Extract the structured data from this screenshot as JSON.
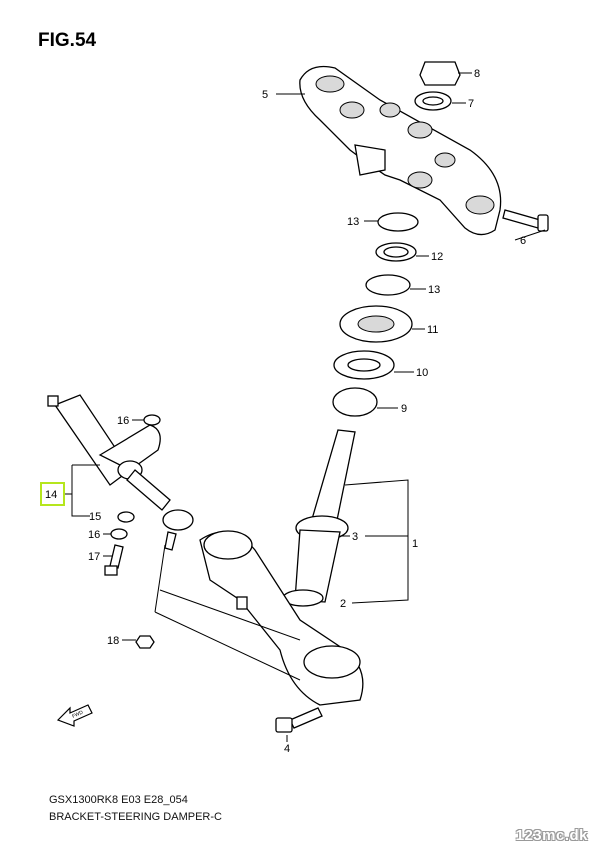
{
  "figure": {
    "title": "FIG.54"
  },
  "caption": {
    "model": "GSX1300RK8 E03 E28_054",
    "name": "BRACKET-STEERING DAMPER-C"
  },
  "watermark": "123mc.dk",
  "highlight_color": "#b5e61d",
  "callouts": {
    "c1": "1",
    "c2": "2",
    "c3": "3",
    "c4": "4",
    "c5": "5",
    "c6": "6",
    "c7": "7",
    "c8": "8",
    "c9": "9",
    "c10": "10",
    "c11": "11",
    "c12": "12",
    "c13a": "13",
    "c13b": "13",
    "c14": "14",
    "c15": "15",
    "c16a": "16",
    "c16b": "16",
    "c17": "17",
    "c18": "18"
  },
  "front_arrow": "FWD"
}
